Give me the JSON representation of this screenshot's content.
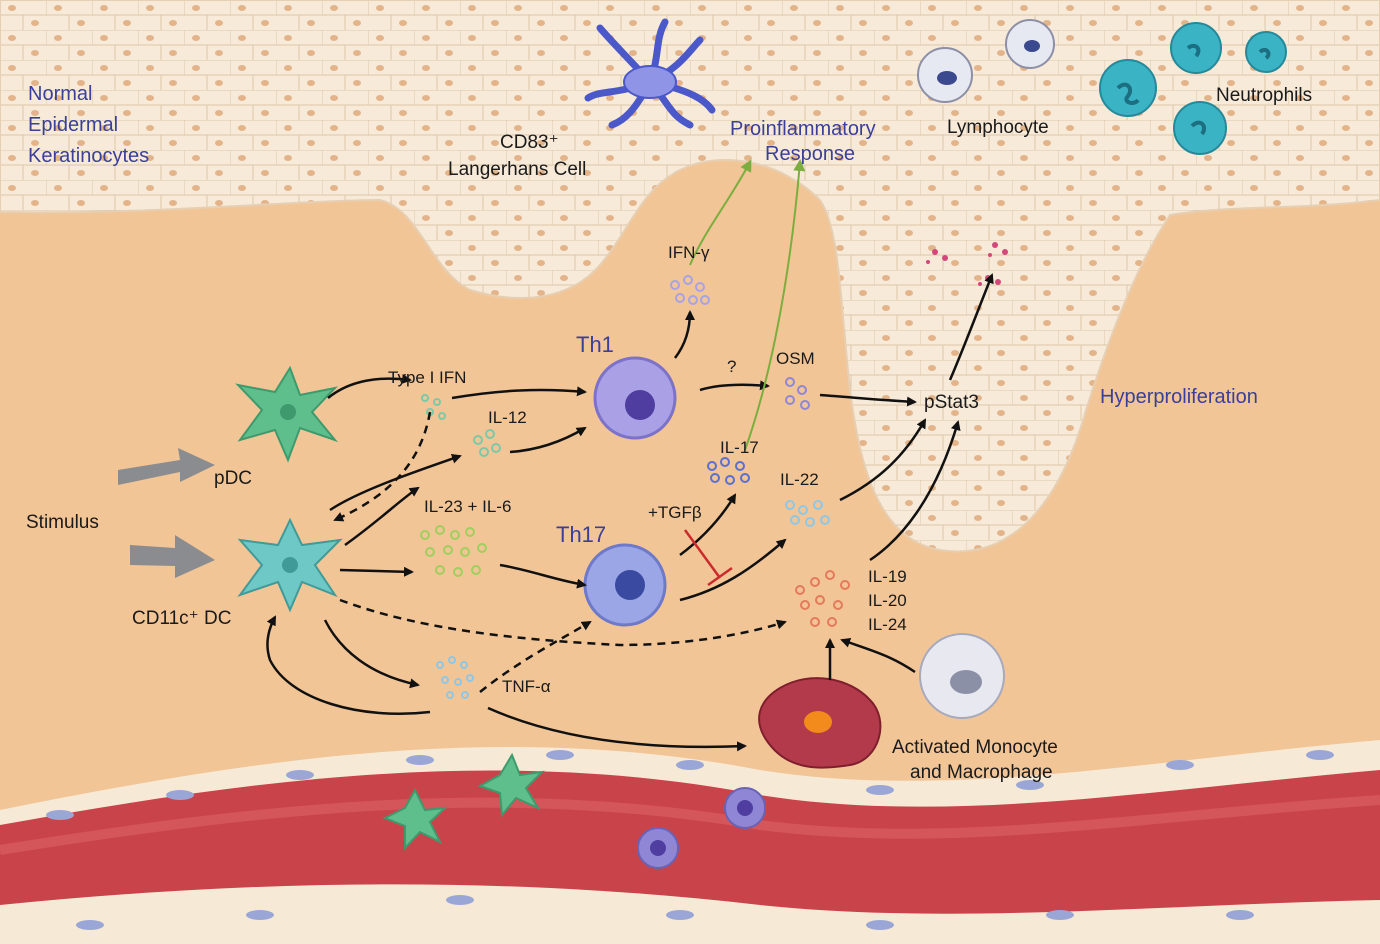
{
  "labels": {
    "normal_epidermal": [
      "Normal",
      "Epidermal",
      "Keratinocytes"
    ],
    "cd83_line1": "CD83⁺",
    "cd83_line2": "Langerhans Cell",
    "proinflammatory_line1": "Proinflammatory",
    "proinflammatory_line2": "Response",
    "lymphocyte": "Lymphocyte",
    "neutrophils": "Neutrophils",
    "ifn_gamma": "IFN-γ",
    "th1": "Th1",
    "th17": "Th17",
    "question": "?",
    "osm": "OSM",
    "pstat3": "pStat3",
    "hyperproliferation": "Hyperproliferation",
    "type1_ifn": "Type I IFN",
    "il12": "IL-12",
    "il17": "IL-17",
    "il22": "IL-22",
    "tgfb": "+TGFβ",
    "il23_il6": "IL-23 + IL-6",
    "pdc": "pDC",
    "stimulus": "Stimulus",
    "cd11c_dc": "CD11c⁺ DC",
    "il19_20_24": [
      "IL-19",
      "IL-20",
      "IL-24"
    ],
    "tnf_alpha": "TNF-α",
    "activated_line1": "Activated Monocyte",
    "activated_line2": "and Macrophage"
  },
  "colors": {
    "dermis": "#f2c597",
    "epidermis": "#f7ead8",
    "vessel": "#c9444a",
    "arrow_black": "#111111",
    "arrow_green": "#7cae3f",
    "inhibit_red": "#cc2b2b",
    "dc_color": "#6ec8c6",
    "pdc_color": "#5fbf8c",
    "th_color": "#8f87d6",
    "neutrophil": "#3ab3c5",
    "macrophage": "#b23a4a"
  }
}
